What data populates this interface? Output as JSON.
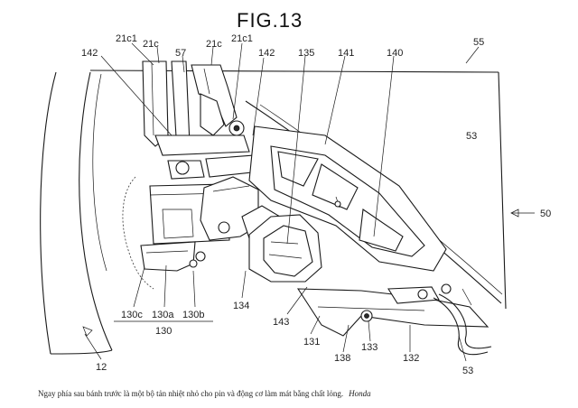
{
  "figure": {
    "title": "FIG.13",
    "labels": {
      "l21c1a": "21c1",
      "l21c1b": "21c1",
      "l21ca": "21c",
      "l21cb": "21c",
      "l57": "57",
      "l142a": "142",
      "l142b": "142",
      "l135": "135",
      "l141": "141",
      "l140": "140",
      "l55": "55",
      "l53a": "53",
      "l53b": "53",
      "l50": "50",
      "l134": "134",
      "l143": "143",
      "l131": "131",
      "l138": "138",
      "l133": "133",
      "l132": "132",
      "l130c": "130c",
      "l130a": "130a",
      "l130b": "130b",
      "l130": "130",
      "l12": "12"
    }
  },
  "caption": {
    "text": "Ngay phía sau bánh trước là một bộ tản nhiệt nhỏ cho pin và động cơ làm mát bằng chất lỏng.",
    "credit": "Honda"
  }
}
